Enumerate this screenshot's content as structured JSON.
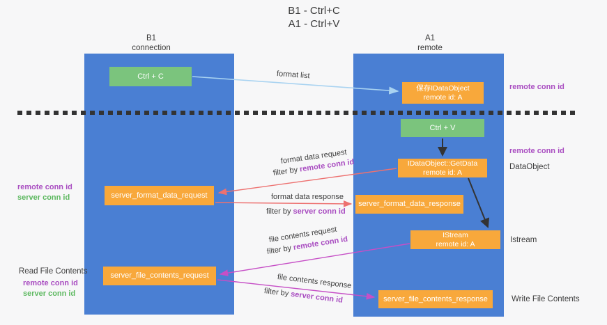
{
  "title": {
    "line1": "B1 - Ctrl+C",
    "line2": "A1 - Ctrl+V"
  },
  "left_column": {
    "name": "B1",
    "subtitle": "connection"
  },
  "right_column": {
    "name": "A1",
    "subtitle": "remote"
  },
  "boxes": {
    "ctrl_c": "Ctrl + C",
    "ctrl_v": "Ctrl + V",
    "save_idataobject_line1": "保存IDataObject",
    "save_idataobject_line2": "remote id: A",
    "getdata_line1": "IDataObject::GetData",
    "getdata_line2": "remote id: A",
    "istream_line1": "IStream",
    "istream_line2": "remote id: A",
    "server_format_data_request": "server_format_data_request",
    "server_format_data_response": "server_format_data_response",
    "server_file_contents_request": "server_file_contents_request",
    "server_file_contents_response": "server_file_contents_response"
  },
  "arrows": {
    "format_list": "format list",
    "format_data_request": "format data request",
    "format_data_response": "format data response",
    "file_contents_request": "file contents request",
    "file_contents_response": "file contents response",
    "filter_by": "filter by"
  },
  "ids": {
    "remote_conn_id": "remote conn id",
    "server_conn_id": "server conn id"
  },
  "side_labels": {
    "dataobject": "DataObject",
    "istream": "Istream",
    "read_file_contents": "Read File Contents",
    "write_file_contents": "Write File Contents"
  },
  "colors": {
    "column_blue": "#4a7fd3",
    "box_orange": "#f8a83b",
    "box_green": "#7bc47d",
    "arrow_light_blue": "#a9d3f1",
    "arrow_red": "#ed7170",
    "arrow_magenta": "#c64fc6",
    "arrow_black": "#333333",
    "label_purple": "#a94dc1",
    "label_green": "#5cb85f",
    "text_dark": "#3d3d3d"
  }
}
